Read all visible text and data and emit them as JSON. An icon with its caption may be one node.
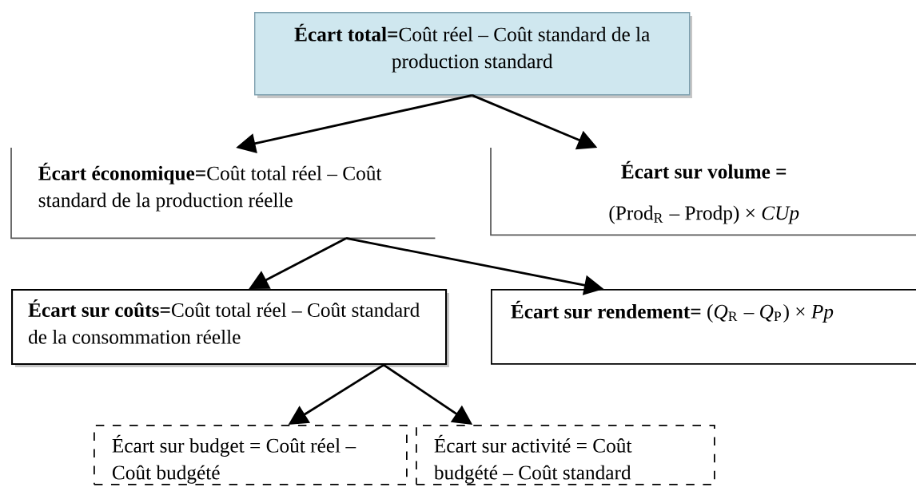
{
  "diagram": {
    "nodes": [
      {
        "text": [
          "**Écart total=**Coût réel – Coût standard de la production standard"
        ]
      },
      {
        "text": [
          "**Écart économique=**Coût total réel – Coût standard de la production réelle"
        ]
      },
      {
        "text": [
          "Écart sur volume =",
          "(Prod$_{R}$ – Prodp) × *CUp*"
        ]
      },
      {
        "text": [
          "**Écart sur coûts=**Coût total réel – Coût standard de la consommation réelle"
        ]
      },
      {
        "text": [
          "**Écart sur rendement=** (*Q*$_{R}$ – *Q*$_{P}$) × *Pp*"
        ]
      },
      {
        "text": [
          "Écart sur budget = Coût réel – Coût budgété"
        ]
      },
      {
        "text": [
          "Écart sur activité = Coût budgété – Coût standard"
        ]
      }
    ],
    "edges": [
      {
        "from": 0,
        "to": 1,
        "arrow": "to"
      },
      {
        "from": 0,
        "to": 2,
        "arrow": "to"
      },
      {
        "from": 1,
        "to": 3,
        "arrow": "to"
      },
      {
        "from": 1,
        "to": 4,
        "arrow": "to"
      },
      {
        "from": 3,
        "to": 5,
        "arrow": "to"
      },
      {
        "from": 3,
        "to": 6,
        "arrow": "to"
      }
    ]
  }
}
